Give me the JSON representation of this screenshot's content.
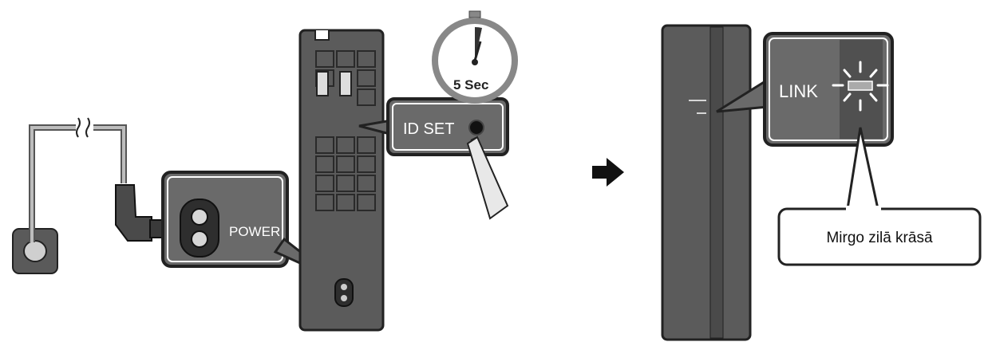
{
  "left_panel": {
    "power_label": "POWER",
    "id_set_label": "ID SET",
    "timer_label": "5 Sec"
  },
  "right_panel": {
    "link_label": "LINK",
    "callout_text": "Mirgo zilā krāsā"
  }
}
